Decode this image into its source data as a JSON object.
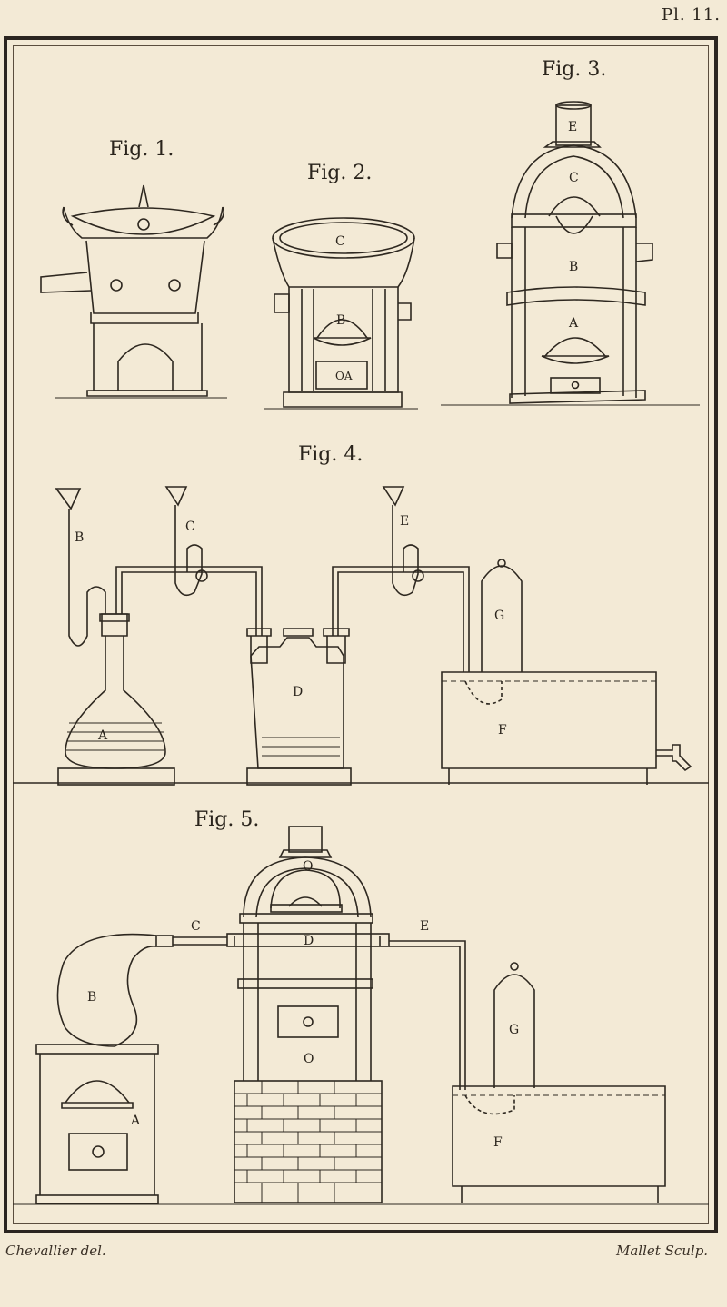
{
  "plate": "Pl. 11.",
  "figures": [
    {
      "id": "fig1",
      "title": "Fig. 1."
    },
    {
      "id": "fig2",
      "title": "Fig. 2."
    },
    {
      "id": "fig3",
      "title": "Fig. 3."
    },
    {
      "id": "fig4",
      "title": "Fig. 4."
    },
    {
      "id": "fig5",
      "title": "Fig. 5."
    }
  ],
  "labels": {
    "fig2": {
      "c": "C",
      "b": "B",
      "a": "OA"
    },
    "fig3": {
      "e": "E",
      "c": "C",
      "b": "B",
      "a": "A"
    },
    "fig4": {
      "b": "B",
      "c": "C",
      "a": "A",
      "d": "D",
      "e": "E",
      "g": "G",
      "f": "F"
    },
    "fig5": {
      "o_top": "O",
      "c": "C",
      "d": "D",
      "e": "E",
      "b": "B",
      "a": "A",
      "o_mid": "O",
      "g": "G",
      "f": "F"
    }
  },
  "credits": {
    "left": "Chevallier del.",
    "right": "Mallet Sculp."
  }
}
